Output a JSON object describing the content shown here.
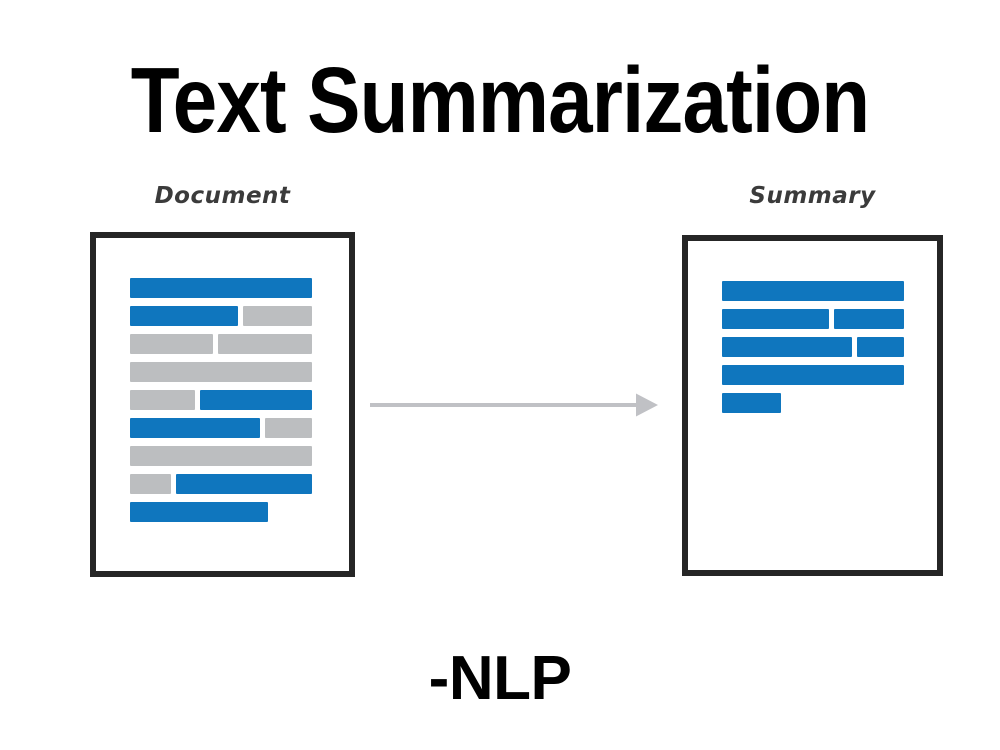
{
  "slide": {
    "title": "Text Summarization",
    "credit": "-NLP",
    "background_color": "#ffffff",
    "title_color": "#000000"
  },
  "colors": {
    "blue": "#0f76be",
    "gray": "#bcbec0",
    "sheet_border": "#262626",
    "arrow": "#c0c1c5",
    "caption_text": "#3b3b3b"
  },
  "diagram": {
    "type": "flow",
    "arrow": {
      "name": "arrow-right-icon",
      "direction": "right",
      "color": "#c0c1c5"
    },
    "pages": [
      {
        "id": "document",
        "caption": "Document",
        "line_count": 9,
        "lines": [
          {
            "segments": [
              {
                "color": "blue",
                "width": 182
              }
            ]
          },
          {
            "segments": [
              {
                "color": "blue",
                "width": 108
              },
              {
                "color": "gray",
                "width": 69
              }
            ]
          },
          {
            "segments": [
              {
                "color": "gray",
                "width": 83
              },
              {
                "color": "gray",
                "width": 94
              }
            ]
          },
          {
            "segments": [
              {
                "color": "gray",
                "width": 182
              }
            ]
          },
          {
            "segments": [
              {
                "color": "gray",
                "width": 65
              },
              {
                "color": "blue",
                "width": 112
              }
            ]
          },
          {
            "segments": [
              {
                "color": "blue",
                "width": 130
              },
              {
                "color": "gray",
                "width": 47
              }
            ]
          },
          {
            "segments": [
              {
                "color": "gray",
                "width": 182
              }
            ]
          },
          {
            "segments": [
              {
                "color": "gray",
                "width": 41
              },
              {
                "color": "blue",
                "width": 136
              }
            ]
          },
          {
            "segments": [
              {
                "color": "blue",
                "width": 138
              }
            ]
          }
        ]
      },
      {
        "id": "summary",
        "caption": "Summary",
        "line_count": 5,
        "lines": [
          {
            "segments": [
              {
                "color": "blue",
                "width": 182
              }
            ]
          },
          {
            "segments": [
              {
                "color": "blue",
                "width": 107
              },
              {
                "color": "blue",
                "width": 70
              }
            ]
          },
          {
            "segments": [
              {
                "color": "blue",
                "width": 130
              },
              {
                "color": "blue",
                "width": 47
              }
            ]
          },
          {
            "segments": [
              {
                "color": "blue",
                "width": 182
              }
            ]
          },
          {
            "segments": [
              {
                "color": "blue",
                "width": 59
              }
            ]
          }
        ]
      }
    ]
  }
}
